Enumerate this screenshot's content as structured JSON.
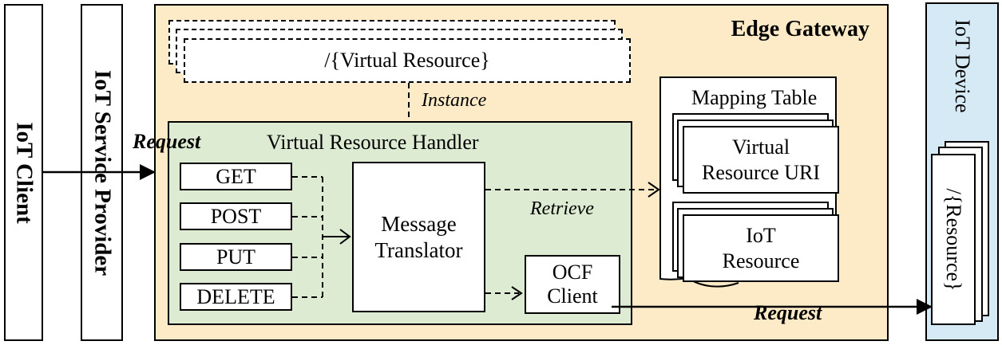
{
  "iot_client": {
    "label": "IoT Client"
  },
  "service_provider": {
    "label": "IoT Service Provider"
  },
  "gateway": {
    "title": "Edge Gateway",
    "virtual_resource": "/{Virtual Resource}",
    "instance_label": "Instance",
    "handler": {
      "title": "Virtual Resource Handler",
      "methods": [
        "GET",
        "POST",
        "PUT",
        "DELETE"
      ],
      "translator_line1": "Message",
      "translator_line2": "Translator",
      "ocf_line1": "OCF",
      "ocf_line2": "Client",
      "retrieve_label": "Retrieve"
    },
    "mapping_table": {
      "title": "Mapping Table",
      "uri_line1": "Virtual",
      "uri_line2": "Resource URI",
      "res_line1": "IoT",
      "res_line2": "Resource"
    }
  },
  "iot_device": {
    "label": "IoT Device",
    "resource": "/{Resource}"
  },
  "request_in_label": "Request",
  "request_out_label": "Request",
  "colors": {
    "gateway_bg": "#fdebc8",
    "handler_bg": "#dcebd2",
    "device_bg": "#d6eaf5"
  }
}
